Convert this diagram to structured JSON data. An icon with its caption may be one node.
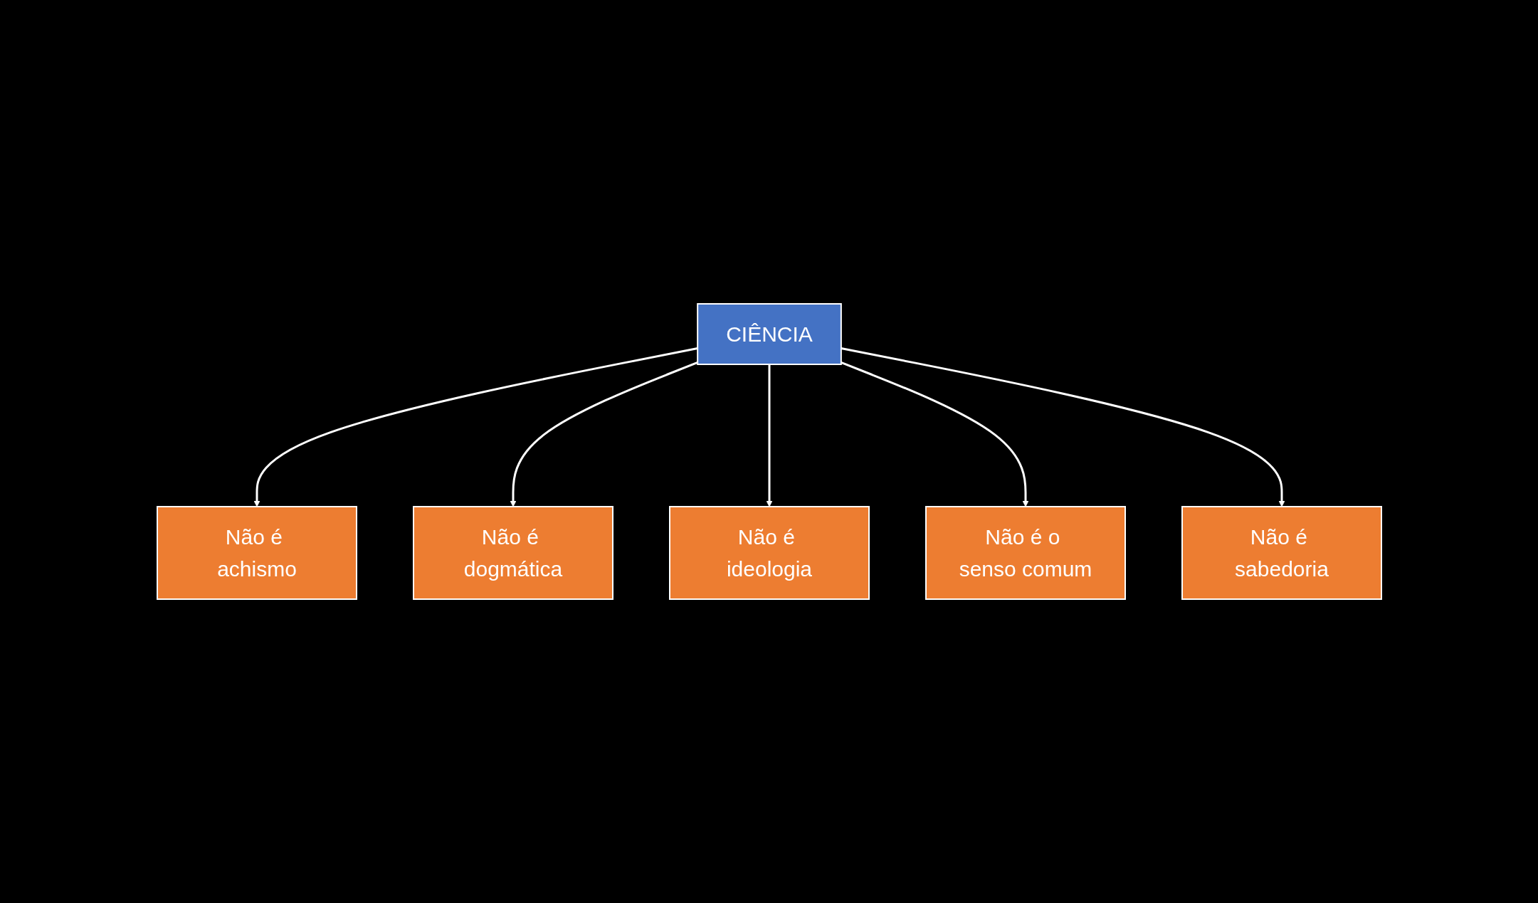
{
  "diagram": {
    "nodes": [
      {
        "text": [
          "Não é achismo"
        ]
      },
      {
        "text": [
          "Não é dogmática"
        ]
      },
      {
        "text": [
          "Não é ideologia"
        ]
      },
      {
        "text": [
          "CIÊNCIA"
        ]
      },
      {
        "text": [
          "Não é o senso comum"
        ]
      },
      {
        "text": [
          "Não é sabedoria"
        ]
      }
    ],
    "edges": [
      {
        "from": 3,
        "to": 0,
        "arrow": "to"
      },
      {
        "from": 3,
        "to": 1,
        "arrow": "to"
      },
      {
        "from": 3,
        "to": 2,
        "arrow": "to"
      },
      {
        "from": 3,
        "to": 4,
        "arrow": "to"
      },
      {
        "from": 3,
        "to": 5,
        "arrow": "to"
      }
    ]
  }
}
